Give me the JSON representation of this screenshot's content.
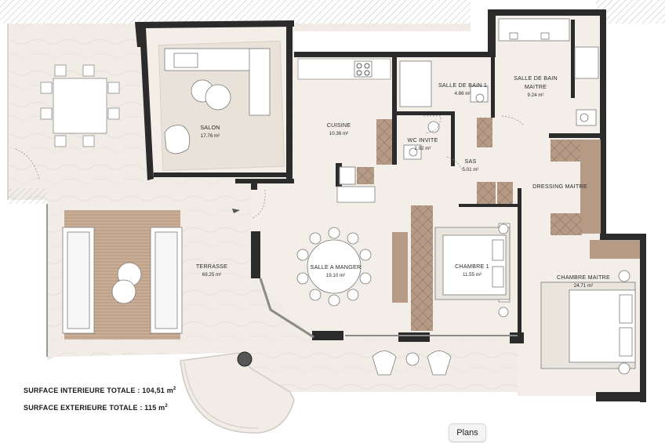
{
  "plan": {
    "rooms": [
      {
        "id": "salon",
        "name": "SALON",
        "area": "17.76 m²"
      },
      {
        "id": "cuisine",
        "name": "CUISINE",
        "area": "10.36 m²"
      },
      {
        "id": "sdb1",
        "name": "SALLE DE BAIN 1",
        "area": "4.86 m²"
      },
      {
        "id": "sdbm",
        "name": "SALLE DE BAIN",
        "name2": "MAITRE",
        "area": "9.24 m²"
      },
      {
        "id": "wc",
        "name": "WC INVITE",
        "area": "1.92 m²"
      },
      {
        "id": "sas",
        "name": "SAS",
        "area": "5.01 m²"
      },
      {
        "id": "dressing",
        "name": "DRESSING MAITRE",
        "area": ""
      },
      {
        "id": "terrasse",
        "name": "TERRASSE",
        "area": "69.25 m²"
      },
      {
        "id": "sam",
        "name": "SALLE A MANGER",
        "area": "19.10 m²"
      },
      {
        "id": "ch1",
        "name": "CHAMBRE 1",
        "area": "11.55 m²"
      },
      {
        "id": "chm",
        "name": "CHAMBRE MAITRE",
        "area": "24.71 m²"
      }
    ],
    "totals": {
      "interior_label": "SURFACE INTERIEURE TOTALE : 104,51 m",
      "interior_sup": "2",
      "exterior_label": "SURFACE EXTERIEURE TOTALE : 115 m",
      "exterior_sup": "2"
    }
  },
  "ui": {
    "plans_button": "Plans"
  },
  "colors": {
    "terrace": "#efebe4",
    "floor": "#f2eee7",
    "wall": "#2b2b2b",
    "wood": "#b59a86",
    "rug": "#c9ad97",
    "hatch": "#c8c8c8"
  }
}
